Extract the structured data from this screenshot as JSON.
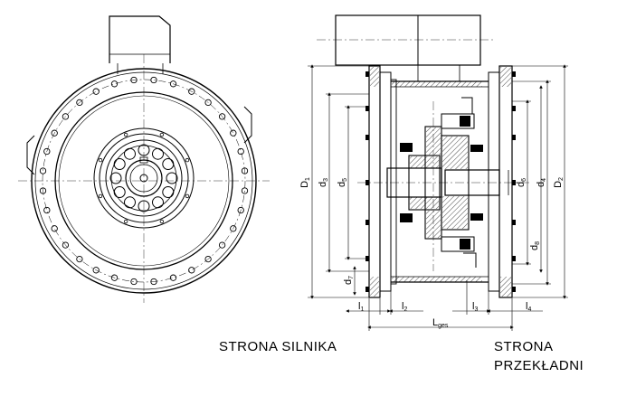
{
  "captions": {
    "motor_side": "STRONA SILNIKA",
    "gear_side_line1": "STRONA",
    "gear_side_line2": "PRZEKŁADNI"
  },
  "dimension_labels": {
    "D1": {
      "main": "D",
      "sub": "1"
    },
    "D2": {
      "main": "D",
      "sub": "2"
    },
    "d3": {
      "main": "d",
      "sub": "3"
    },
    "d4": {
      "main": "d",
      "sub": "4"
    },
    "d5": {
      "main": "d",
      "sub": "5"
    },
    "d6": {
      "main": "d",
      "sub": "6"
    },
    "d7": {
      "main": "d",
      "sub": "7"
    },
    "d8": {
      "main": "d",
      "sub": "8"
    },
    "l1": {
      "main": "l",
      "sub": "1"
    },
    "l2": {
      "main": "l",
      "sub": "2"
    },
    "l3": {
      "main": "l",
      "sub": "3"
    },
    "l4": {
      "main": "l",
      "sub": "4"
    },
    "Lges": {
      "main": "L",
      "sub": "ges"
    }
  }
}
